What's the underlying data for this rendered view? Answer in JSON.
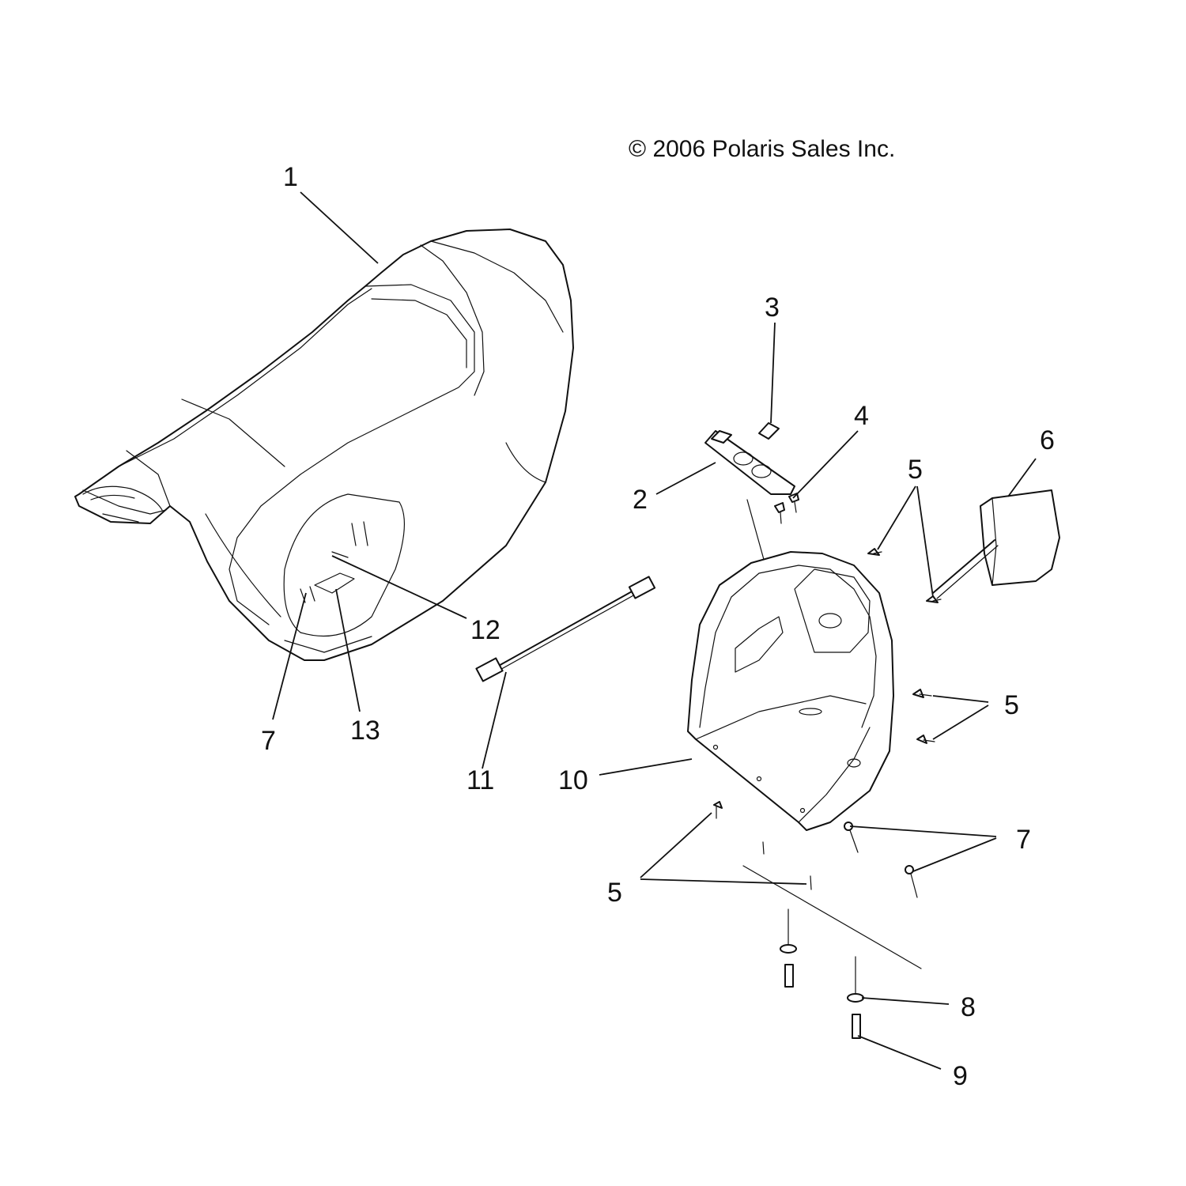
{
  "copyright": "© 2006 Polaris Sales Inc.",
  "callouts": {
    "c1": "1",
    "c2": "2",
    "c3": "3",
    "c4": "4",
    "c5a": "5",
    "c5b": "5",
    "c5c": "5",
    "c6": "6",
    "c7a": "7",
    "c7b": "7",
    "c8": "8",
    "c9": "9",
    "c10": "10",
    "c11": "11",
    "c12": "12",
    "c13": "13"
  }
}
